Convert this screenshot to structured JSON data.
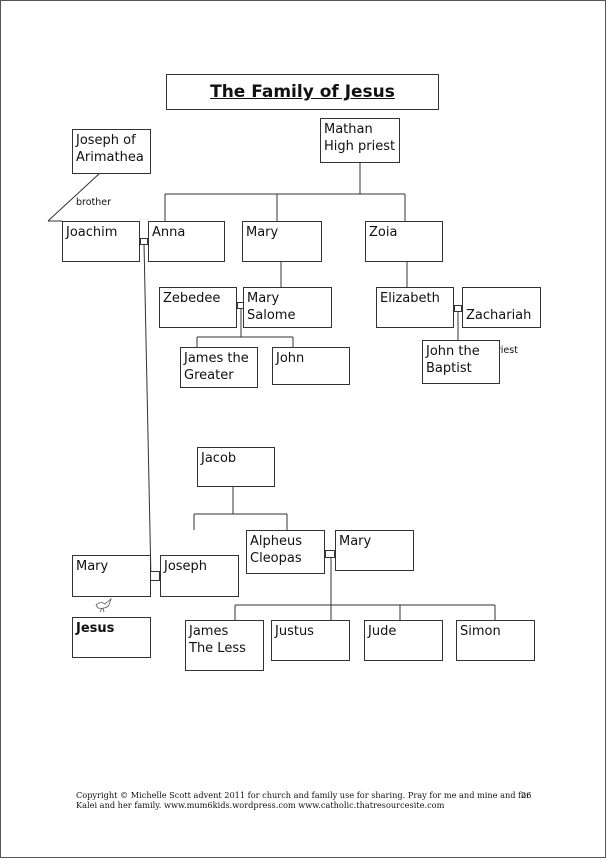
{
  "title": "The Family of Jesus",
  "people": {
    "joseph_arimathea": "Joseph of\nArimathea",
    "brother_label": "brother",
    "mathan": "Mathan\nHigh priest",
    "joachim": "Joachim",
    "anna": "Anna",
    "mary_sister": "Mary",
    "zoia": "Zoia",
    "zebedee": "Zebedee",
    "mary_salome": "Mary Salome",
    "elizabeth": "Elizabeth",
    "zachariah": "Zachariah",
    "zachariah_title": "High priest",
    "james_greater": "James the\nGreater",
    "john": "John",
    "john_baptist": "John the\nBaptist",
    "jacob": "Jacob",
    "alpheus": "Alpheus\nCleopas",
    "mary_cleopas": "Mary",
    "mary_mother": "Mary",
    "joseph": "Joseph",
    "jesus": "Jesus",
    "james_less": "James\nThe Less",
    "justus": "Justus",
    "jude": "Jude",
    "simon": "Simon"
  },
  "footer": {
    "copyright": "Copyright © Michelle Scott advent 2011 for church and family use for sharing. Pray for me and mine and for Kalei and her family. www.mum6kids.wordpress.com www.catholic.thatresourcesite.com",
    "page": "26"
  }
}
